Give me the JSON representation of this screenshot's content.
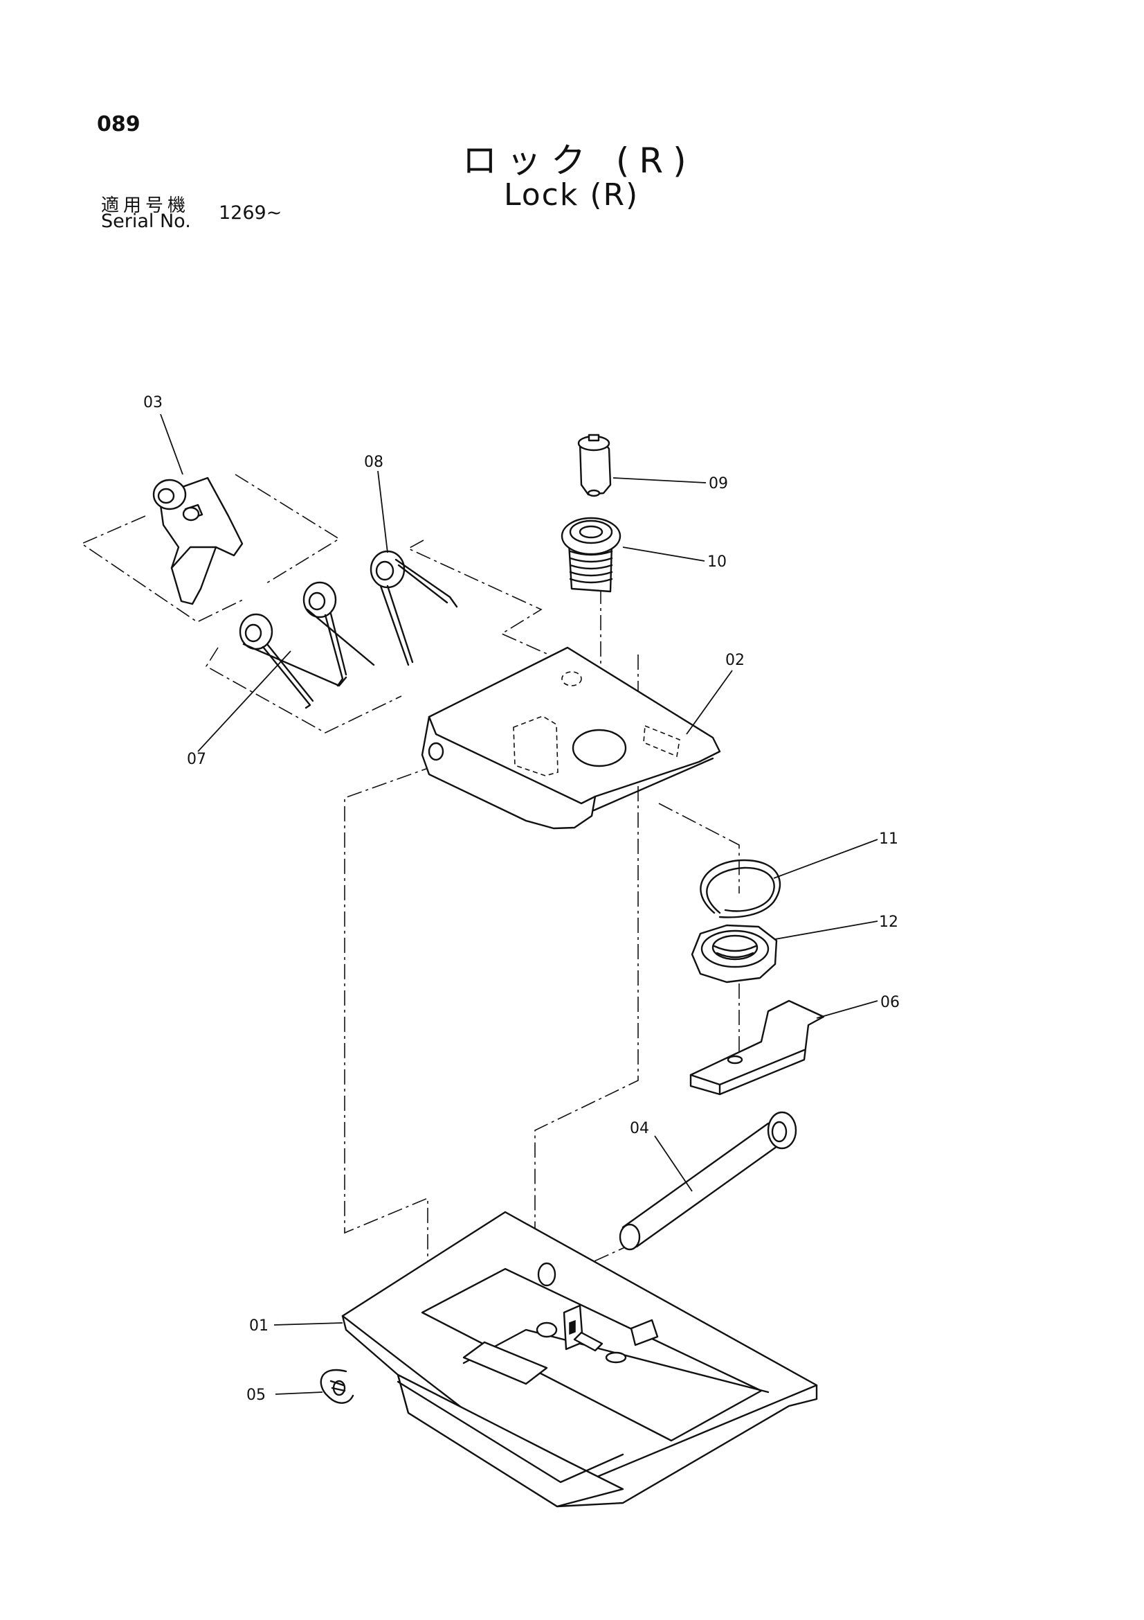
{
  "page": {
    "number": "089",
    "title_jp": "ロック (R)",
    "title_en": "Lock (R)",
    "serial_label_jp": "適用号機",
    "serial_label_en": "Serial No.",
    "serial_value": "1269~"
  },
  "part_labels": [
    {
      "key": "p01",
      "text": "01"
    },
    {
      "key": "p02",
      "text": "02"
    },
    {
      "key": "p03",
      "text": "03"
    },
    {
      "key": "p04",
      "text": "04"
    },
    {
      "key": "p05",
      "text": "05"
    },
    {
      "key": "p06",
      "text": "06"
    },
    {
      "key": "p07",
      "text": "07"
    },
    {
      "key": "p08",
      "text": "08"
    },
    {
      "key": "p09",
      "text": "09"
    },
    {
      "key": "p10",
      "text": "10"
    },
    {
      "key": "p11",
      "text": "11"
    },
    {
      "key": "p12",
      "text": "12"
    }
  ]
}
